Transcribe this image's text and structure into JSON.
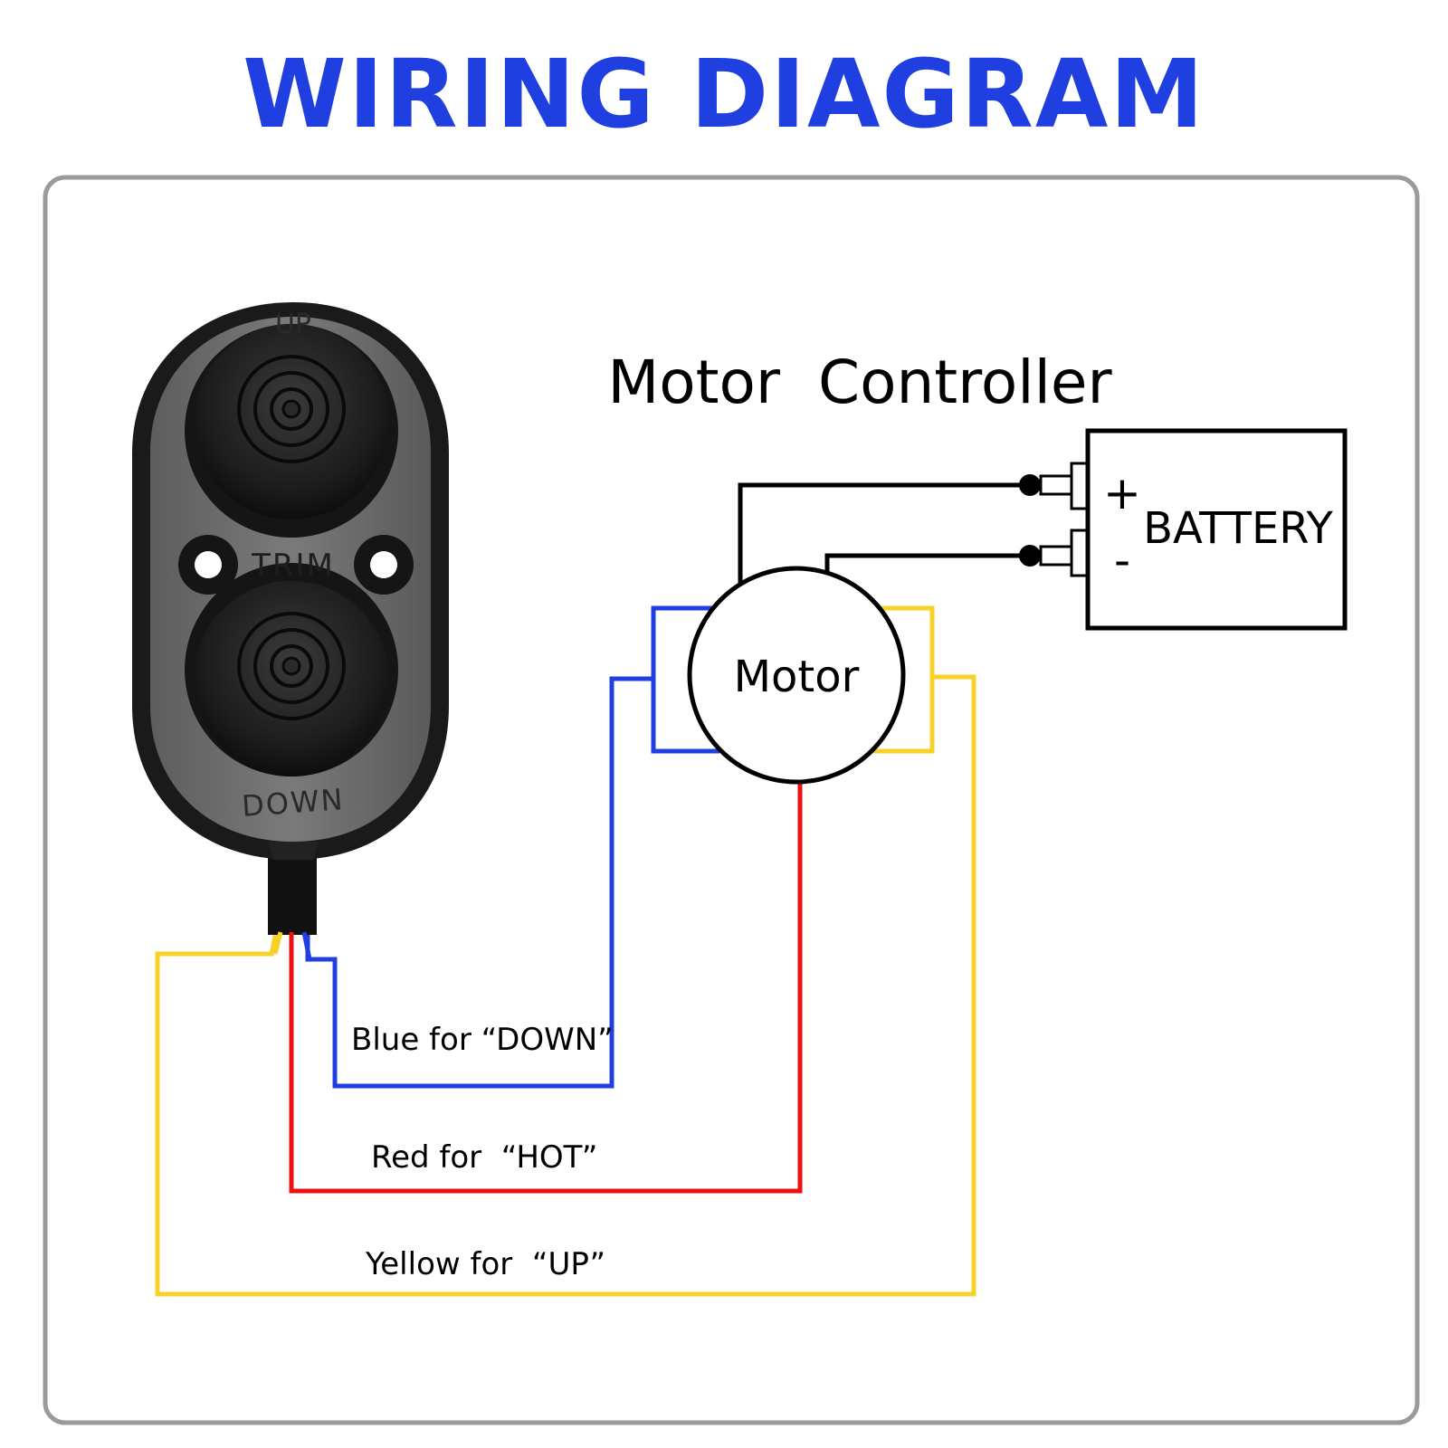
{
  "title": "WIRING DIAGRAM",
  "switch": {
    "label_up": "UP",
    "label_trim": "TRIM",
    "label_down": "DOWN"
  },
  "controller_label": "Motor  Controller",
  "motor_label": "Motor",
  "battery": {
    "label": "BATTERY",
    "plus": "+",
    "minus": "-"
  },
  "wires": {
    "blue": "Blue for “DOWN”",
    "red": "Red for  “HOT”",
    "yellow": "Yellow for  “UP”"
  },
  "colors": {
    "title": "#1f3fe0",
    "blue_wire": "#1f3fe0",
    "red_wire": "#ee1111",
    "yellow_wire": "#f7d12a",
    "frame": "#9a9a9a"
  }
}
